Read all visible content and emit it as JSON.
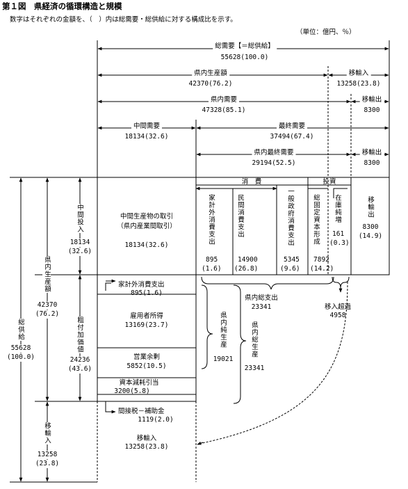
{
  "header": {
    "title": "第１図　県経済の循環構造と規模",
    "subtitle": "数字はそれぞれの金額を、（　）内は総需要・総供給に対する構成比を示す。",
    "unit": "（単位：億円、％）"
  },
  "top": {
    "total_label": "総需要【＝総供給】",
    "total_value": "55628(100.0)",
    "gdp_label": "県内生産額",
    "gdp_value": "42370(76.2)",
    "imports_label": "移輸入",
    "imports_value": "13258(23.8)",
    "domestic_label": "県内需要",
    "domestic_value": "47328(85.1)",
    "exports_label": "移輸出",
    "exports_value": "8300",
    "inter_label": "中間需要",
    "inter_value": "18134(32.6)",
    "final_label": "最終需要",
    "final_value": "37494(67.4)",
    "dfinal_label": "県内最終需要",
    "dfinal_value": "29194(52.5)",
    "exports2_label": "移輸出",
    "exports2_value": "8300"
  },
  "left": {
    "supply_label": "総供給",
    "supply_value": "55628",
    "supply_pct": "(100.0)",
    "gdp_label": "県内生産額",
    "gdp_value": "42370",
    "gdp_pct": "(76.2)",
    "inter_label": "中間投入",
    "inter_value": "18134",
    "inter_pct": "(32.6)",
    "va_label": "粗付加価値",
    "va_value": "24236",
    "va_pct": "(43.6)",
    "imp_label": "移輸入",
    "imp_value": "13258",
    "imp_pct": "(23.8)"
  },
  "matrix": {
    "center_line1": "中間生産物の取引",
    "center_line2": "（県内産業間取引）",
    "center_value": "18134(32.6)",
    "consumption_header": "消　費",
    "investment_header": "投資",
    "household_label": "家計外消費支出",
    "household_value": "895",
    "household_pct": "(1.6)",
    "private_label": "民間消費支出",
    "private_value": "14900",
    "private_pct": "(26.8)",
    "government_label": "一般政府消費支出",
    "government_value": "5345",
    "government_pct": "(9.6)",
    "fixed_label": "総固定資本形成",
    "fixed_value": "7892",
    "fixed_pct": "(14.2)",
    "inventory_label": "在庫純増",
    "inventory_value": "161",
    "inventory_pct": "(0.3)",
    "export_label": "移輸出",
    "export_value": "8300",
    "export_pct": "(14.9)"
  },
  "lower": {
    "household": "家計外消費支出",
    "household_value": "895(1.6)",
    "employee": "雇用者所得",
    "employee_value": "13169(23.7)",
    "operating": "営業余剰",
    "operating_value": "5852(10.5)",
    "depreciation": "資本減耗引当",
    "depreciation_value": "3200(5.8)",
    "indirect": "間接税－補助金",
    "indirect_value": "1119(2.0)",
    "imports": "移輸入",
    "imports_value": "13258(23.8)",
    "gde_label": "県内総支出",
    "gde_value": "23341",
    "surplus_label": "移入超過",
    "surplus_value": "4958",
    "nnp_label": "県内純生産",
    "nnp_value": "19021",
    "gdp_label": "県内総生産",
    "gdp_value": "23341"
  }
}
